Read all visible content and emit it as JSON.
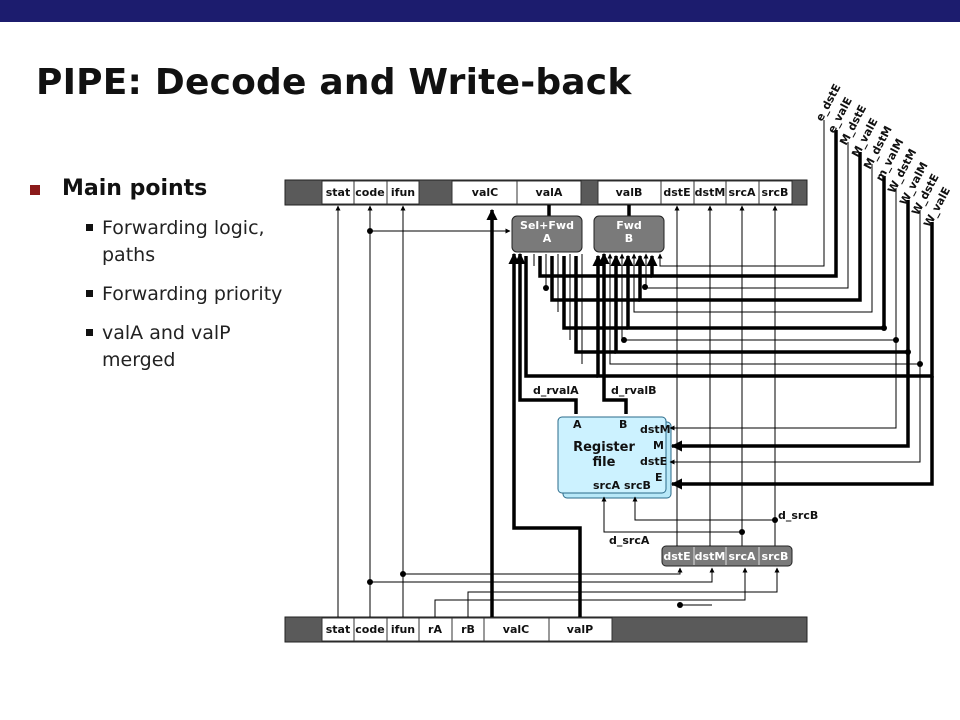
{
  "title": "PIPE: Decode and Write-back",
  "bullets": {
    "main": "Main points",
    "items": [
      {
        "line1": "Forwarding logic,",
        "line2": "paths"
      },
      {
        "line1": "Forwarding priority",
        "line2": ""
      },
      {
        "line1": "valA and valP",
        "line2": "merged"
      }
    ]
  },
  "e_register": {
    "fields": [
      "stat",
      "code",
      "ifun",
      "valC",
      "valA",
      "valB",
      "dstE",
      "dstM",
      "srcA",
      "srcB"
    ]
  },
  "d_register": {
    "fields": [
      "stat",
      "code",
      "ifun",
      "rA",
      "rB",
      "valC",
      "valP"
    ]
  },
  "blocks": {
    "sel_fwd": {
      "line1": "Sel+Fwd",
      "line2": "A"
    },
    "fwd_b": {
      "line1": "Fwd",
      "line2": "B"
    },
    "regfile": {
      "line1": "Register",
      "line2": "file",
      "port_a": "A",
      "port_b": "B",
      "dstM": "dstM",
      "M": "M",
      "dstE": "dstE",
      "E": "E",
      "srcA": "srcA",
      "srcB": "srcB"
    },
    "decode_logic": {
      "fields": [
        "dstE",
        "dstM",
        "srcA",
        "srcB"
      ]
    }
  },
  "signals": {
    "d_rvalA": "d_rvalA",
    "d_rvalB": "d_rvalB",
    "d_srcA": "d_srcA",
    "d_srcB": "d_srcB",
    "forward": [
      "e_dstE",
      "e_valE",
      "M_dstE",
      "M_valE",
      "M_dstM",
      "m_valM",
      "W_dstM",
      "W_valM",
      "W_dstE",
      "W_valE"
    ]
  }
}
